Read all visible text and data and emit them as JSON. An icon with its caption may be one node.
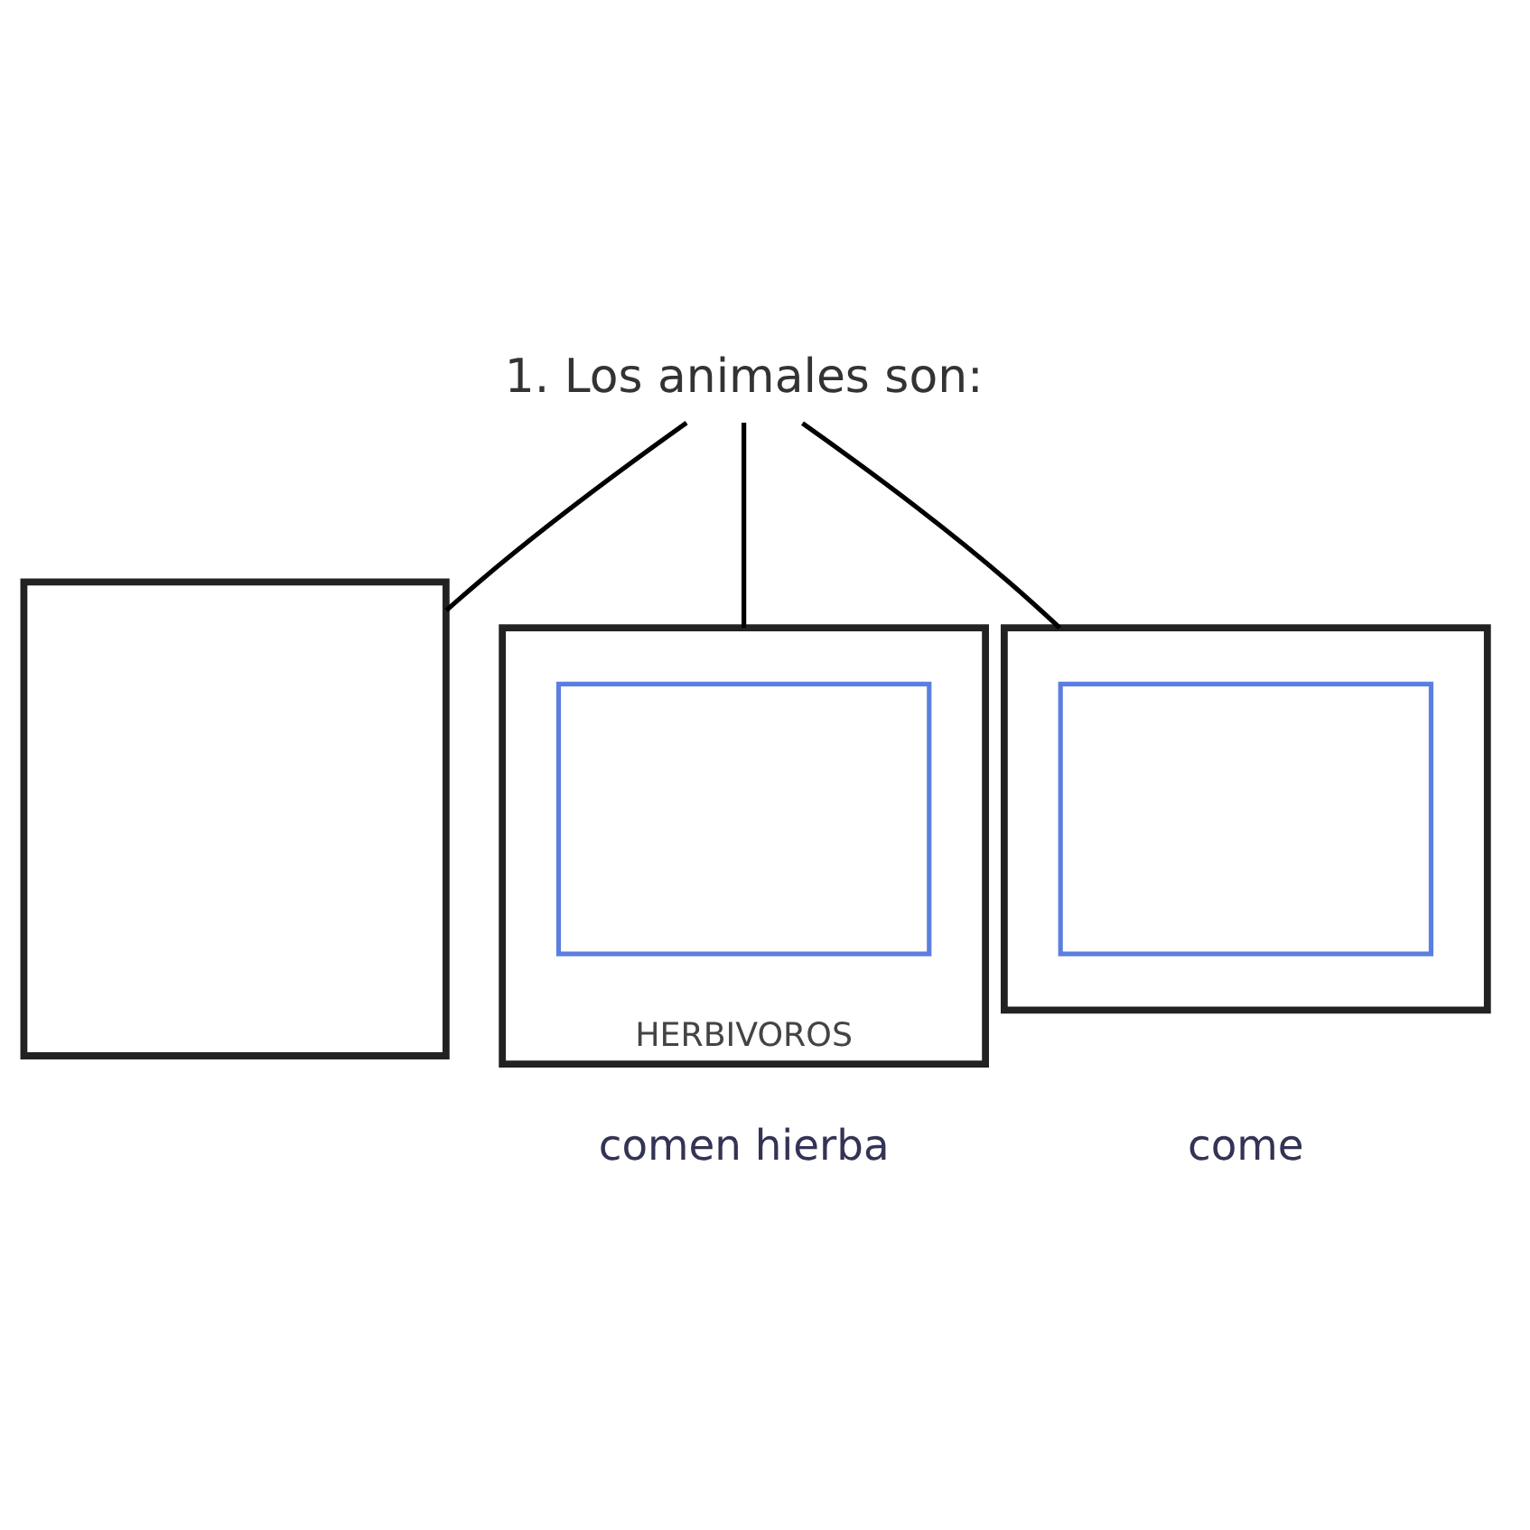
{
  "diagram": {
    "nodes": [
      {
        "text": [
          "1. Los animales son:"
        ]
      },
      {
        "text": [],
        "shape": "box"
      },
      {
        "text": [
          "HERBIVOROS"
        ],
        "beside": [
          "comen hierba"
        ]
      },
      {
        "text": [],
        "shape": "box",
        "in": 2
      },
      {
        "text": [],
        "shape": "box",
        "beside": [
          "come"
        ]
      },
      {
        "text": [],
        "shape": "box",
        "in": 4
      }
    ],
    "edges": [
      {
        "from": 0,
        "to": 1,
        "arrow": "none"
      },
      {
        "from": 0,
        "to": 2,
        "arrow": "none"
      },
      {
        "from": 0,
        "to": 4,
        "arrow": "none"
      }
    ]
  }
}
